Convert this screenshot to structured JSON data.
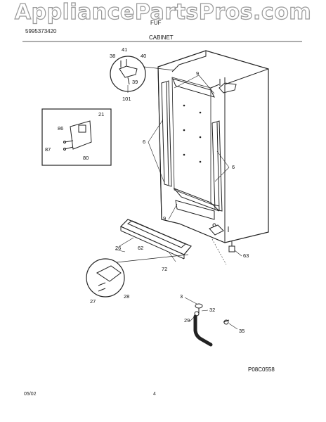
{
  "watermark": "AppliancePartsPros.com",
  "header": {
    "fragment_left": "5995373420",
    "fragment_right": "FUF",
    "section": "CABINET"
  },
  "callouts": {
    "c38": "38",
    "c41": "41",
    "c40": "40",
    "c39": "39",
    "c101": "101",
    "c9a": "9",
    "c21": "21",
    "c86": "86",
    "c87": "87",
    "c80": "80",
    "c6a": "6",
    "c6b": "6",
    "c9b": "9",
    "c63": "63",
    "c62": "62",
    "c26": "26",
    "c72": "72",
    "c3": "3",
    "c32": "32",
    "c29": "29",
    "c35": "35",
    "c27": "27",
    "c28": "28"
  },
  "figure_code": "P08C0558",
  "footer": {
    "date": "05/02",
    "page": "4"
  }
}
